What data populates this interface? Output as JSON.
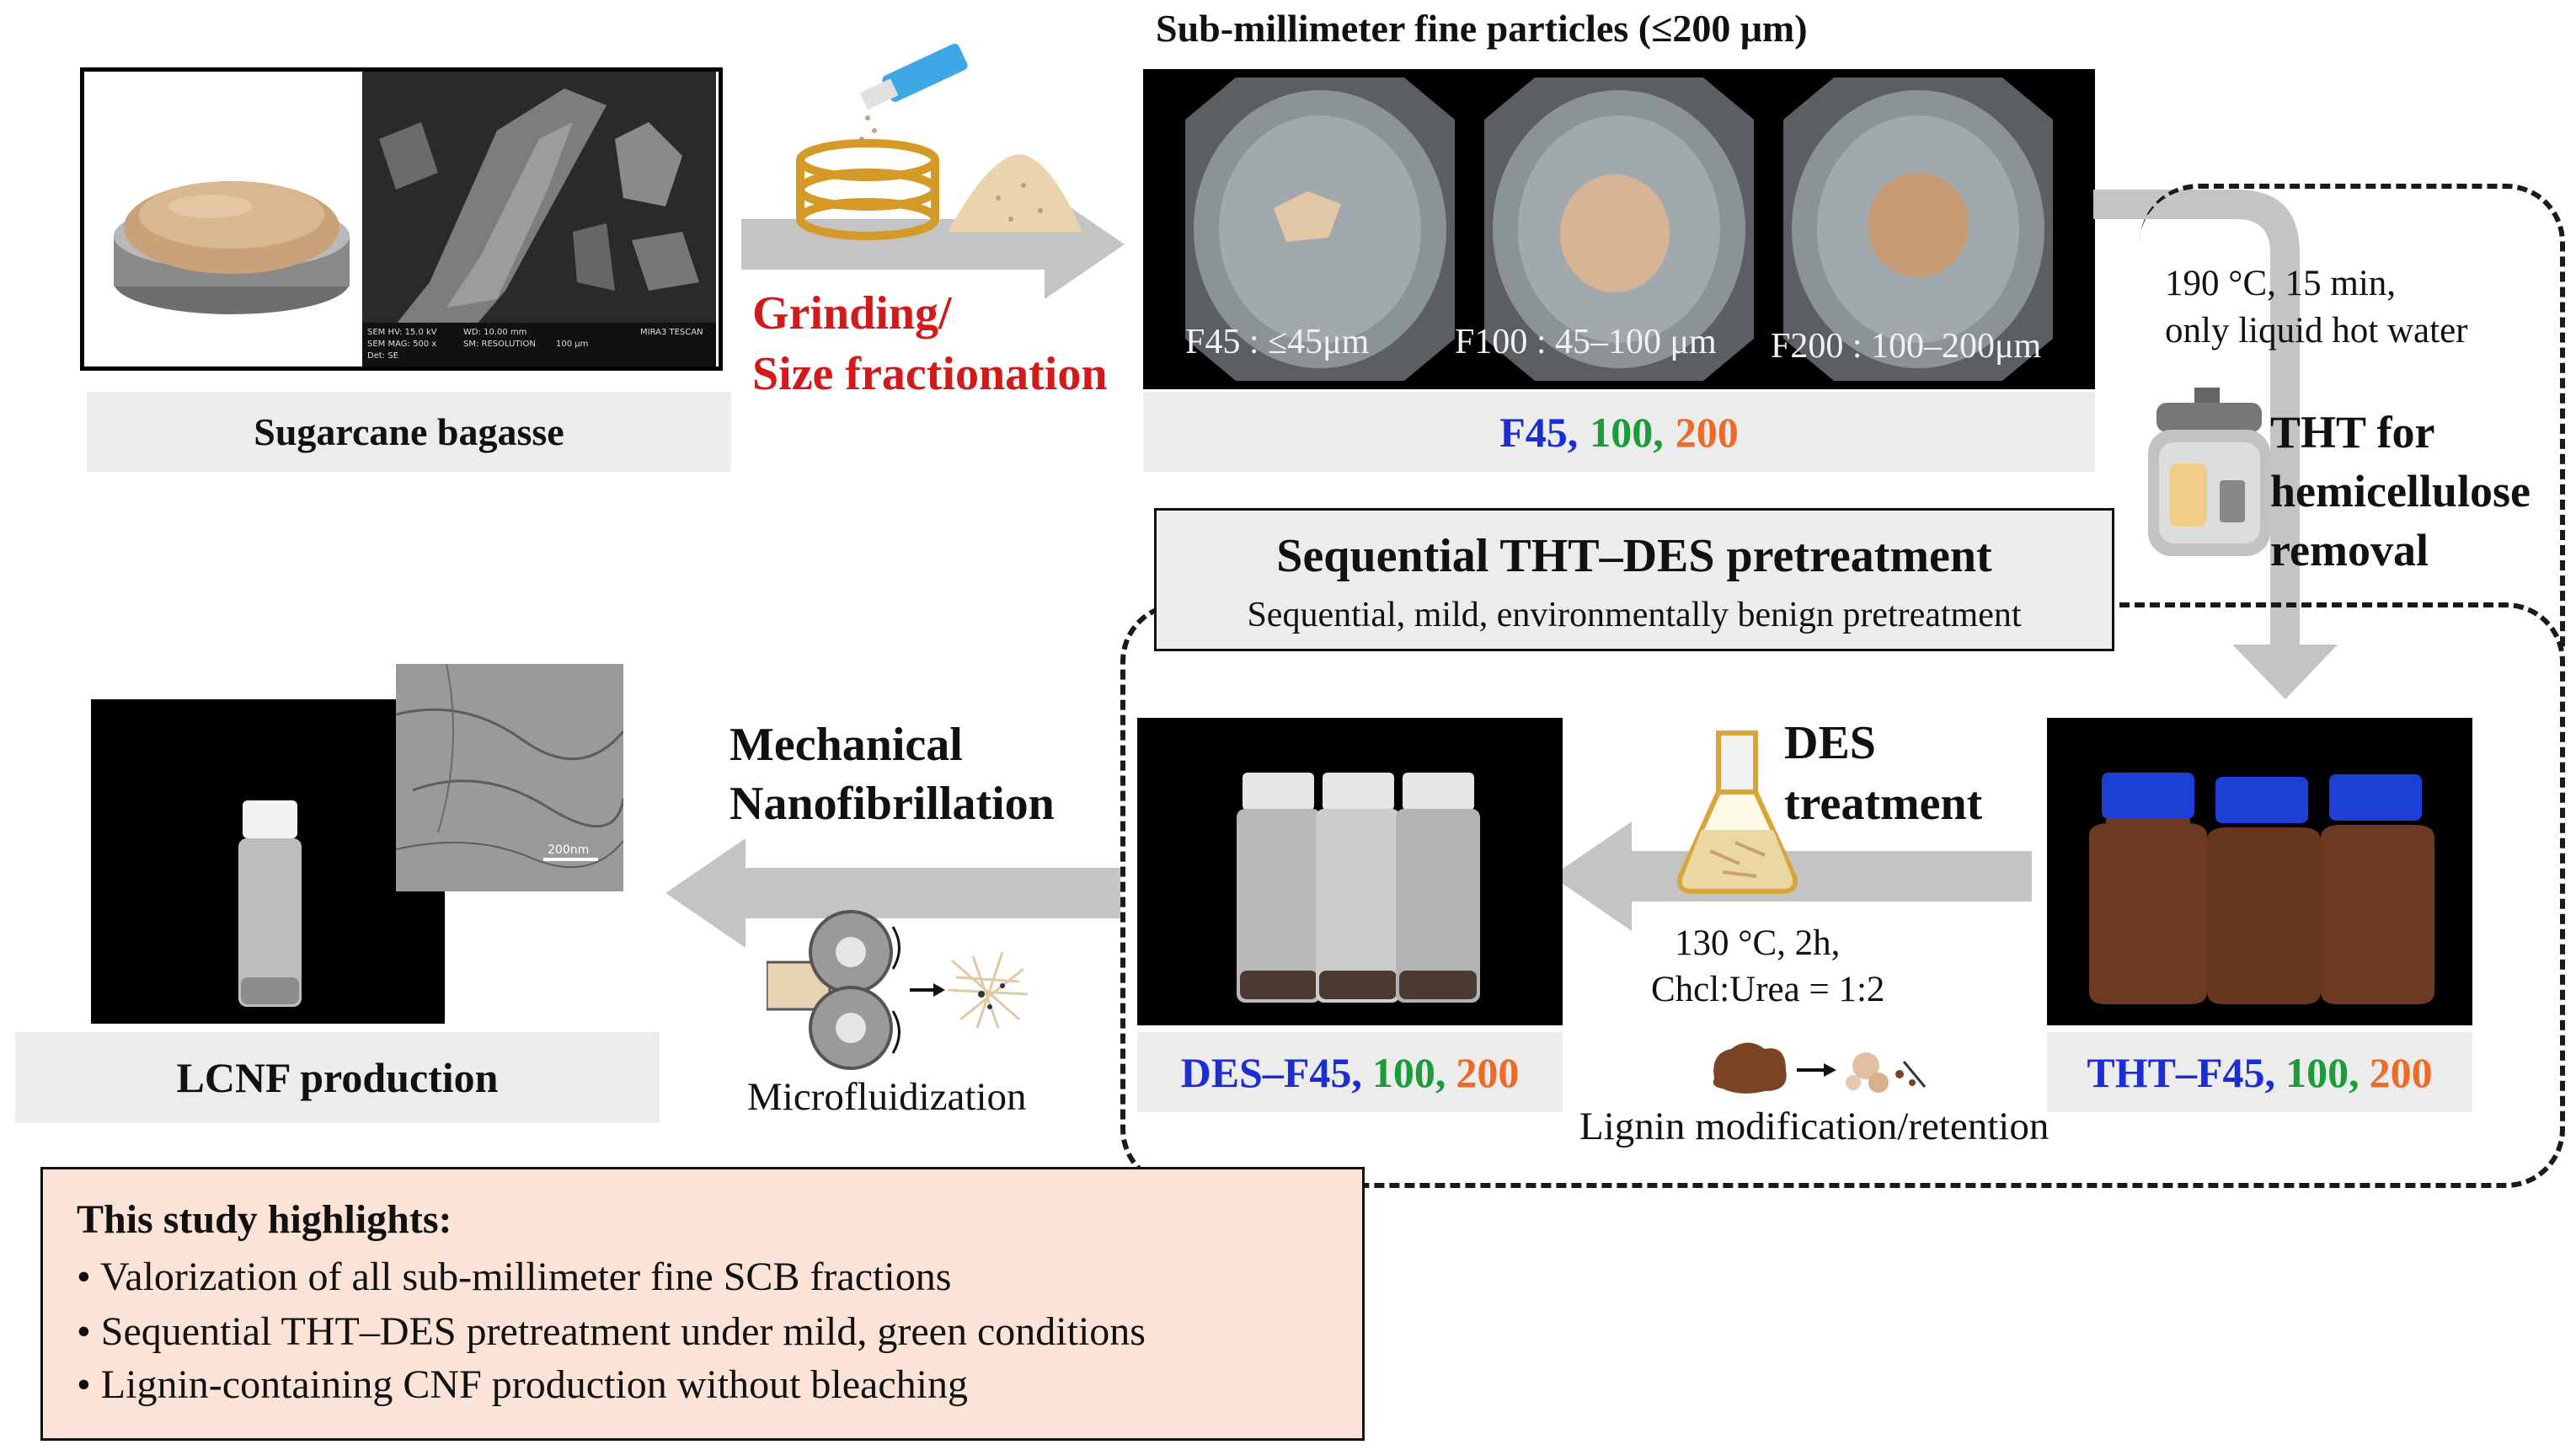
{
  "captions": {
    "sugarcane": "Sugarcane bagasse",
    "fractions_title": "Sub-millimeter fine particles (≤200 μm)",
    "f45": "F45 : ≤45μm",
    "f100": "F100 : 45–100 μm",
    "f200": "F200 : 100–200μm",
    "fractions_caption": {
      "a": "F45,",
      "b": "100,",
      "c": "200"
    },
    "tht_caption": {
      "a": "THT–F45,",
      "b": "100,",
      "c": "200"
    },
    "des_caption": {
      "a": "DES–F45,",
      "b": "100,",
      "c": "200"
    },
    "lcnf": "LCNF production",
    "tem_scale": "200nm",
    "sem_info": [
      "SEM HV: 15.0 kV",
      "WD: 10.00 mm",
      "MIRA3 TESCAN",
      "SEM MAG: 500 x",
      "SM: RESOLUTION",
      "100 μm",
      "Det: SE"
    ]
  },
  "steps": {
    "grinding_line1": "Grinding/",
    "grinding_line2": "Size fractionation",
    "tht_cond_line1": "190 °C, 15 min,",
    "tht_cond_line2": "only liquid hot water",
    "tht_line1": "THT for",
    "tht_line2": "hemicellulose",
    "tht_line3": "removal",
    "des_line1": "DES",
    "des_line2": "treatment",
    "des_cond_line1": "130 °C, 2h,",
    "des_cond_line2": "Chcl:Urea = 1:2",
    "lignin": "Lignin modification/retention",
    "mech_line1": "Mechanical",
    "mech_line2": "Nanofibrillation",
    "microfluidization": "Microfluidization"
  },
  "pretreatment_box": {
    "title": "Sequential THT–DES pretreatment",
    "subtitle": "Sequential, mild, environmentally benign pretreatment"
  },
  "highlights": {
    "title": "This study highlights:",
    "items": [
      "• Valorization of all sub-millimeter fine SCB fractions",
      "• Sequential THT–DES pretreatment under mild, green conditions",
      "• Lignin-containing CNF production without bleaching"
    ]
  },
  "colors": {
    "arrow": "#c4c4c4",
    "caption_bg": "#ececec",
    "highlight_bg": "#fbe3d8",
    "f45_blue": "#1a2dd6",
    "f100_green": "#1a9c3a",
    "f200_orange": "#ee6a26",
    "grinding_red": "#d21a1a"
  }
}
